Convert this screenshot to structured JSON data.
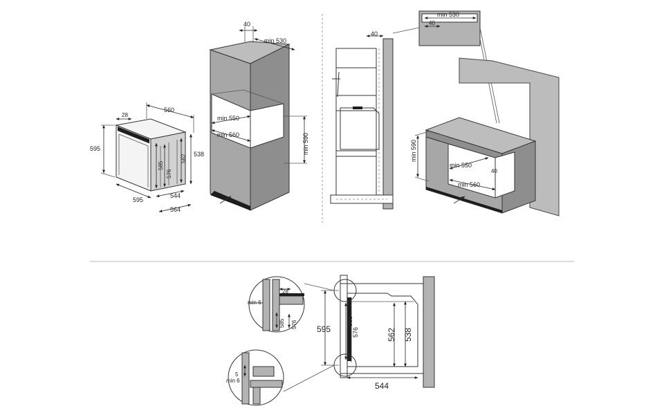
{
  "dims": {
    "oven": {
      "depth_top": "560",
      "offset": "28",
      "height": "595",
      "h585": "585",
      "h576": "576",
      "h562": "562",
      "h538": "538",
      "width": "595",
      "d544": "544",
      "d564": "564"
    },
    "column": {
      "gap": "40",
      "depth": "min 530",
      "w550": "min 550",
      "w560": "min 560",
      "h590": "min 590"
    },
    "section": {
      "gap": "40"
    },
    "counter": {
      "depth": "min 530",
      "gap": "40",
      "h590": "min 590",
      "w550": "min 550",
      "w560": "min 560",
      "d40": "40"
    },
    "bottom": {
      "h595": "595",
      "h585": "585",
      "h576": "576",
      "h562": "562",
      "h538": "538",
      "d544": "544"
    },
    "detail_top": {
      "w28": "28",
      "min6": "min 6",
      "h585": "585",
      "h576": "576"
    },
    "detail_bottom": {
      "h5": "5",
      "min6": "min 6"
    }
  }
}
